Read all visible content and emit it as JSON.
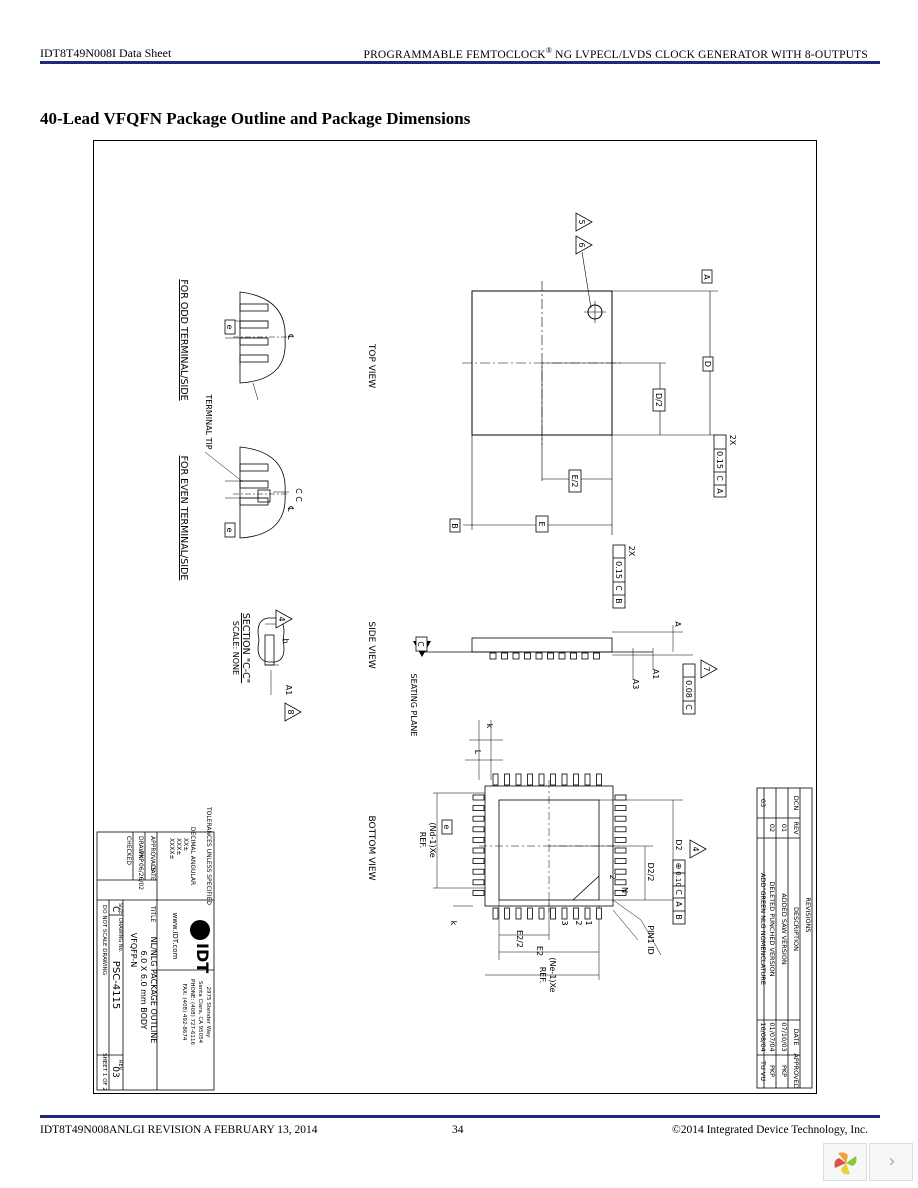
{
  "header": {
    "doc_title": "IDT8T49N008I Data Sheet",
    "product_title": "PROGRAMMABLE FEMTOCLOCK",
    "registered_mark": "®",
    "product_title_suffix": " NG LVPECL/LVDS CLOCK GENERATOR WITH 8-OUTPUTS"
  },
  "section_title": "40-Lead VFQFN Package Outline and Package Dimensions",
  "drawing": {
    "view_labels": {
      "top": "TOP VIEW",
      "side": "SIDE VIEW",
      "bottom": "BOTTOM VIEW"
    },
    "odd_terminal": "FOR ODD TERMINAL/SIDE",
    "even_terminal": "FOR EVEN TERMINAL/SIDE",
    "terminal_tip": "TERMINAL TIP",
    "section_title": "SECTION \"C-C\"",
    "section_scale": "SCALE: NONE",
    "seating_plane": "SEATING PLANE",
    "pin1_id": "PIN1 ID",
    "datums": {
      "a": "A",
      "b": "B",
      "c": "C",
      "e": "e"
    },
    "dims": {
      "d": "D",
      "d_half": "D/2",
      "e": "E",
      "e_half": "E/2",
      "d2": "D2",
      "d2_half": "D2/2",
      "e2": "E2",
      "e2_half": "E2/2",
      "a": "A",
      "a1": "A1",
      "a3": "A3",
      "b": "b",
      "k": "k",
      "l": "L",
      "n": "N",
      "nd_xe": "(Nd-1)Xe",
      "ne_xe": "(Ne-1)Xe",
      "ref": "REF.",
      "two_x": "2X",
      "cl": "℄",
      "cc": "C C"
    },
    "tolerances": {
      "fcf_top": [
        "0.15",
        "C",
        "A"
      ],
      "fcf_mid": [
        "0.15",
        "C",
        "B"
      ],
      "fcf_side": [
        "0.08",
        "C"
      ],
      "fcf_bottom": [
        "0.10",
        "⊕",
        "C",
        "A",
        "B"
      ]
    },
    "flags": [
      "5",
      "6",
      "4",
      "7",
      "4",
      "8"
    ],
    "pin_numbers": [
      "1",
      "2",
      "3",
      "2"
    ],
    "revisions": {
      "title": "REVISIONS",
      "headers": [
        "DCN",
        "REV",
        "DESCRIPTION",
        "DATE",
        "APPROVED"
      ],
      "rows": [
        [
          "",
          "01",
          "ADDED SAW VERSION",
          "07/10/03",
          "PKP"
        ],
        [
          "",
          "02",
          "DELETED PUNCHED VERSION",
          "01/07/04",
          "PKP"
        ],
        [
          "03",
          "",
          "ADD\"GREEN NLG NOMENCLATURE",
          "10/08/04",
          "TU VU"
        ]
      ]
    },
    "title_block": {
      "tolerances_label": "TOLERANCES UNLESS SPECIFIED",
      "decimal_label": "DECIMAL  ANGULAR",
      "xx": "XX±",
      "xxx": "XXX±",
      "xxxx": "XXXX±",
      "approvals": "APPROVALS",
      "date": "DATE",
      "drawn": "DRAWN",
      "drawn_by": "PKP",
      "drawn_date": "06/26/02",
      "checked": "CHECKED",
      "company": "IDT",
      "address": [
        "2975 Stender Way",
        "Santa Clara, CA 95054",
        "PHONE: (408) 727-6116",
        "FAX: (408) 492-8674"
      ],
      "website": "www.IDT.com",
      "title_label": "TITLE",
      "title_line1": "NL/NLG PACKAGE OUTLINE",
      "title_line2": "6.0 X 6.0 mm BODY",
      "title_line3": "VFQFP-N",
      "size_label": "SIZE",
      "size": "C",
      "dwg_label": "DRAWING No.",
      "dwg_no": "PSC-4115",
      "rev_label": "REV",
      "rev": "03",
      "no_scale": "DO NOT SCALE DRAWING",
      "sheet": "SHEET 1 OF 2"
    }
  },
  "footer": {
    "doc_info": "IDT8T49N008ANLGI   REVISION A   FEBRUARY 13, 2014",
    "page_number": "34",
    "copyright": "©2014 Integrated Device Technology, Inc."
  }
}
